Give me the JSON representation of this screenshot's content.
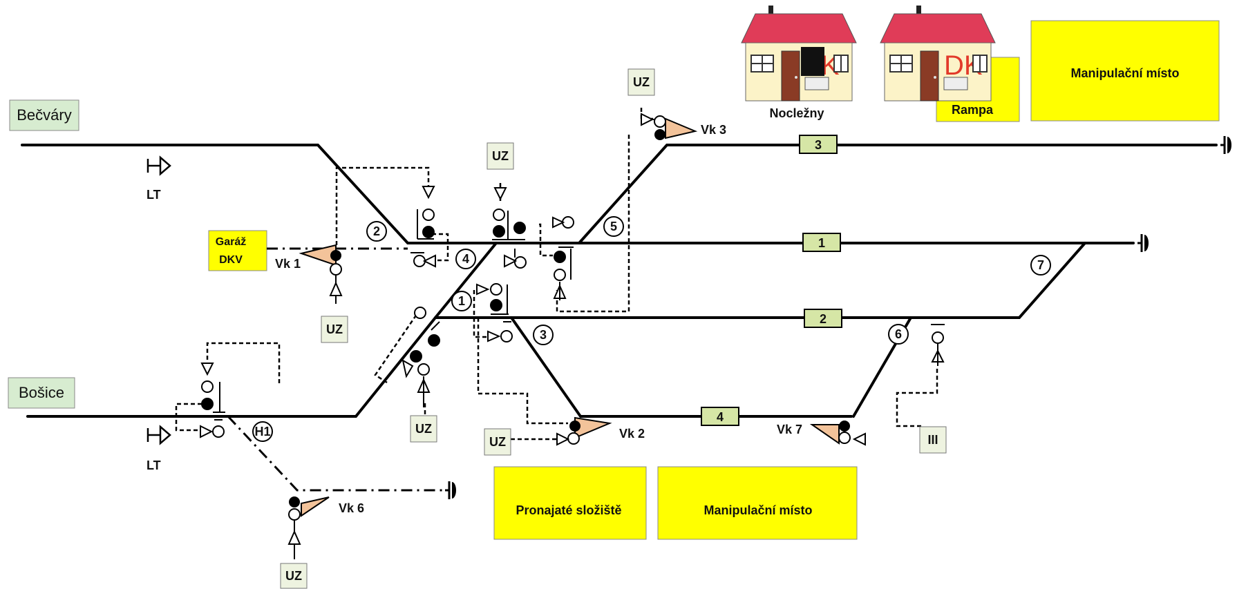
{
  "stations": {
    "becvary": "Bečváry",
    "bosice": "Bošice"
  },
  "labels": {
    "lt": "LT",
    "garaz_line1": "Garáž",
    "garaz_line2": "DKV",
    "uz": "UZ",
    "iii": "III",
    "noclezny": "Nocležny",
    "rampa": "Rampa",
    "dk": "DK",
    "manip_top": "Manipulační místo",
    "manip_bottom": "Manipulační místo",
    "pronajate": "Pronajaté složiště"
  },
  "signals": {
    "vk1": "Vk 1",
    "vk2": "Vk 2",
    "vk3": "Vk 3",
    "vk6": "Vk 6",
    "vk7": "Vk 7"
  },
  "tracks": {
    "t1": "1",
    "t2": "2",
    "t3": "3",
    "t4": "4"
  },
  "switches": {
    "s1": "1",
    "s2": "2",
    "s3": "3",
    "s4": "4",
    "s5": "5",
    "s6": "6",
    "s7": "7",
    "h1": "H1"
  },
  "colors": {
    "yellow": "#ffff00",
    "track_box": "#d6e6a6",
    "station_box": "#d7ecd0",
    "uz_box": "#eef3e0",
    "roof": "#e03c58",
    "wall": "#fcf3c8",
    "marker": "#f3c39a"
  }
}
